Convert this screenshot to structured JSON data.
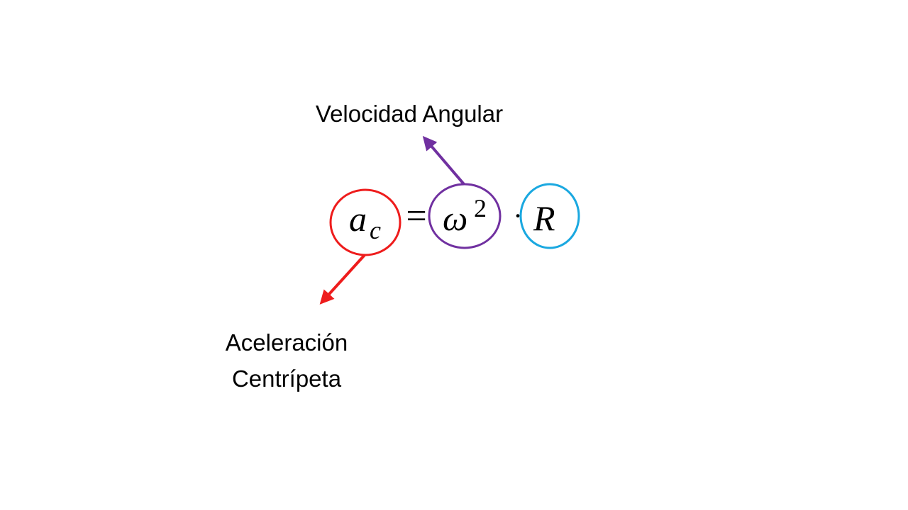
{
  "labels": {
    "angular_velocity": "Velocidad Angular",
    "centripetal_line1": "Aceleración",
    "centripetal_line2": "Centrípeta"
  },
  "formula": {
    "a_base": "a",
    "a_sub": "c",
    "equals": "=",
    "omega_base": "ω",
    "omega_exp": "2",
    "dot": "·",
    "r": "R"
  },
  "colors": {
    "acceleration": "#ee1c1c",
    "angular_velocity": "#7030a0",
    "radius": "#1aa8e0"
  }
}
